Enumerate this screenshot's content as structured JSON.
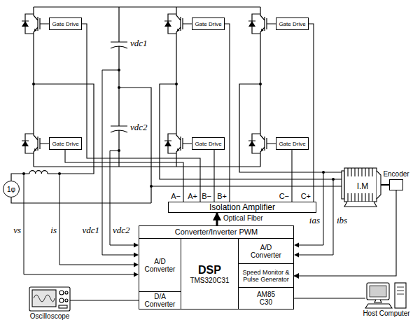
{
  "diagram": {
    "nodes": [
      {
        "text": [
          "Gate Drive"
        ]
      },
      {
        "text": [
          "Gate Drive"
        ]
      },
      {
        "text": [
          "Gate Drive"
        ]
      },
      {
        "text": [
          "Gate Drive"
        ]
      },
      {
        "text": [
          "Gate Drive"
        ]
      },
      {
        "text": [
          "Gate Drive"
        ]
      },
      {
        "text": [
          "Encoder"
        ]
      },
      {
        "text": [
          "I.M"
        ]
      },
      {
        "text": [
          "1φ"
        ]
      },
      {
        "text": [
          "Isolation Amplifier"
        ]
      },
      {
        "text": [
          "Converter/Inverter PWM"
        ]
      },
      {
        "text": [
          "A/D Converter"
        ],
        "in": 10
      },
      {
        "text": [
          "DSP",
          "TMS320C31"
        ],
        "in": 10
      },
      {
        "text": [
          "A/D Converter"
        ],
        "in": 10
      },
      {
        "text": [
          "Speed Monitor & Pulse Generator"
        ],
        "in": 10
      },
      {
        "text": [
          "D/A Converter"
        ],
        "in": 10
      },
      {
        "text": [
          "AM85 C30"
        ],
        "in": 10
      },
      {
        "text": [
          "Oscilloscope"
        ]
      },
      {
        "text": [
          "Host Computer"
        ]
      }
    ],
    "edges": [
      {
        "from": 9,
        "to": 3,
        "label": "A−",
        "arrow": "none"
      },
      {
        "from": 9,
        "to": 0,
        "label": "A+",
        "arrow": "none"
      },
      {
        "from": 9,
        "to": 4,
        "label": "B−",
        "arrow": "none"
      },
      {
        "from": 9,
        "to": 1,
        "label": "B+",
        "arrow": "none"
      },
      {
        "from": 9,
        "to": 5,
        "label": "C−",
        "arrow": "none"
      },
      {
        "from": 9,
        "to": 2,
        "label": "C+",
        "arrow": "none"
      },
      {
        "from": 10,
        "to": 9,
        "label": "Optical Fiber",
        "arrow": "to"
      },
      {
        "from": 6,
        "to": 14,
        "arrow": "to"
      },
      {
        "from": 15,
        "to": 17,
        "arrow": "none"
      },
      {
        "from": 16,
        "to": 18,
        "arrow": "none"
      }
    ],
    "labels": [
      "vdc1",
      "vdc2",
      "vs",
      "is",
      "vdc1",
      "vdc2",
      "ias",
      "ibs"
    ]
  }
}
